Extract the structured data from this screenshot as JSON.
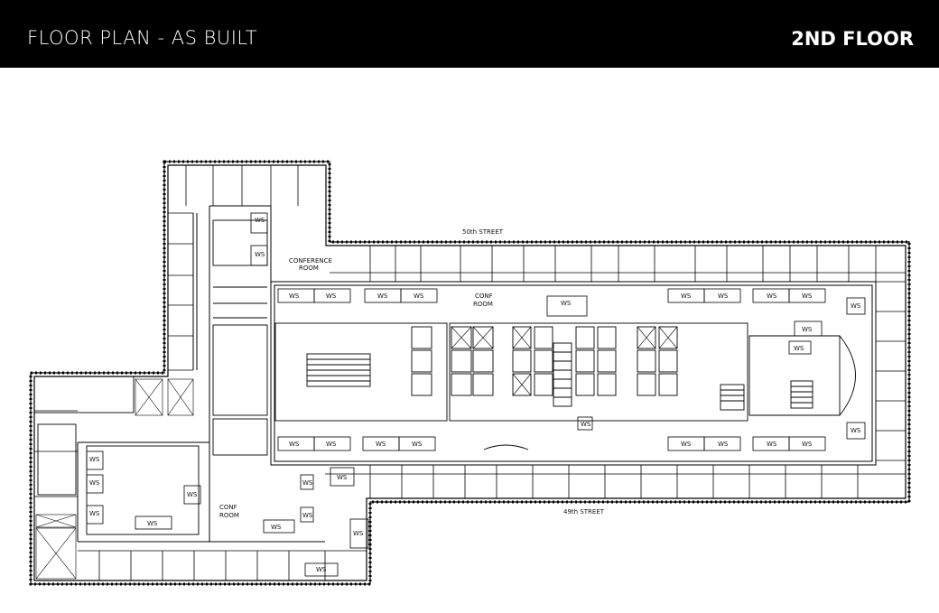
{
  "header": {
    "title": "FLOOR PLAN - AS BUILT",
    "floor": "2ND FLOOR"
  },
  "plan": {
    "streets": {
      "north": "50th STREET",
      "south": "49th STREET"
    },
    "rooms": {
      "conference_room_a": [
        "CONFERENCE",
        "ROOM"
      ],
      "conf_room_b": [
        "CONF",
        "ROOM"
      ],
      "conf_room_c": [
        "CONF",
        "ROOM"
      ]
    },
    "workstation_label": "WS"
  },
  "colors": {
    "header_bg": "#000000",
    "header_text": "#ffffff",
    "line": "#000000"
  }
}
